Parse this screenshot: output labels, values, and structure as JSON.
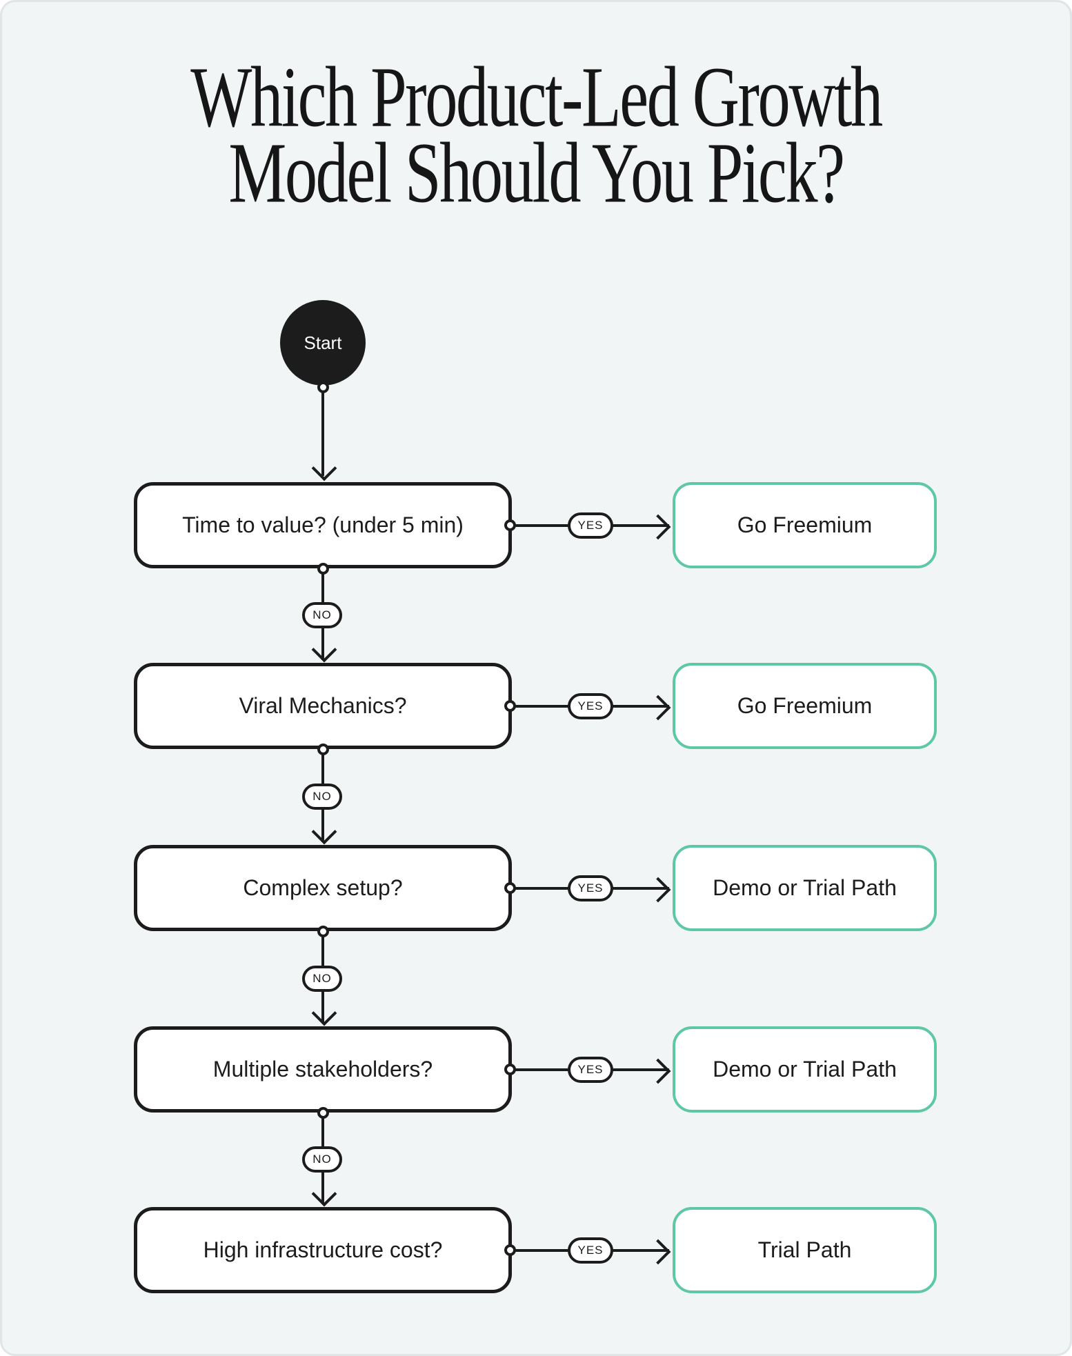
{
  "title": {
    "line1": "Which Product-Led Growth",
    "line2": "Model Should You Pick?"
  },
  "start": {
    "label": "Start"
  },
  "flow": {
    "rows": [
      {
        "question": "Time to value? (under 5 min)",
        "yes_label": "YES",
        "result": "Go Freemium",
        "no_label": "NO"
      },
      {
        "question": "Viral Mechanics?",
        "yes_label": "YES",
        "result": "Go Freemium",
        "no_label": "NO"
      },
      {
        "question": "Complex setup?",
        "yes_label": "YES",
        "result": "Demo or Trial Path",
        "no_label": "NO"
      },
      {
        "question": "Multiple stakeholders?",
        "yes_label": "YES",
        "result": "Demo or Trial Path",
        "no_label": "NO"
      },
      {
        "question": "High infrastructure cost?",
        "yes_label": "YES",
        "result": "Trial Path"
      }
    ]
  },
  "colors": {
    "background": "#f1f5f6",
    "ink": "#1c1c1c",
    "accent_teal": "#5ec7a5",
    "node_fill": "#ffffff"
  },
  "icons": {
    "arrowhead_down": "chevron-down",
    "arrowhead_right": "chevron-right",
    "connector_port": "small-circle"
  }
}
